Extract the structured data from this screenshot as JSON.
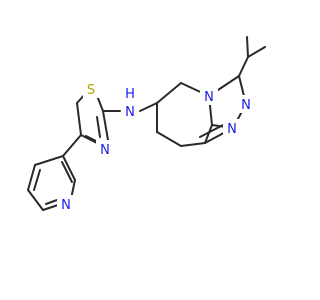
{
  "molecule": {
    "atoms": {
      "n_amine": {
        "label": "N"
      },
      "h_amine": {
        "label": "H"
      },
      "s_thiazole": {
        "label": "S"
      },
      "n_thiazole": {
        "label": "N"
      },
      "n_bridge": {
        "label": "N"
      },
      "n_triazole_a": {
        "label": "N"
      },
      "n_triazole_b": {
        "label": "N"
      },
      "n_pyridine": {
        "label": "N"
      }
    },
    "colors": {
      "bond": "#2a2a2a",
      "nitrogen": "#1a1ae6",
      "sulfur": "#b5a400",
      "background": "#ffffff"
    }
  }
}
